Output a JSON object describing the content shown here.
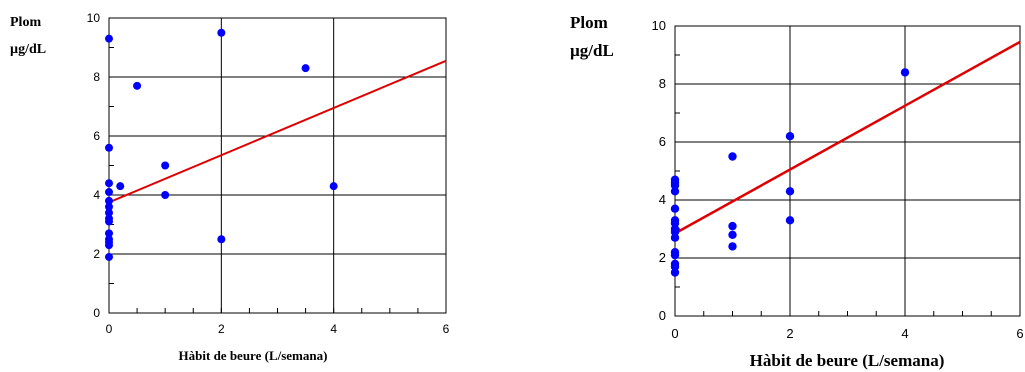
{
  "chart_data": [
    {
      "type": "scatter",
      "ylabel_line1": "Plom",
      "ylabel_line2": "µg/dL",
      "xlabel": "Hàbit de beure (L/semana)",
      "xlim": [
        0,
        6
      ],
      "ylim": [
        0,
        10
      ],
      "xticks": [
        0,
        2,
        4,
        6
      ],
      "yticks": [
        0,
        2,
        4,
        6,
        8,
        10
      ],
      "grid": true,
      "point_color": "#0000ff",
      "line_color": "#e00000",
      "points": [
        {
          "x": 0,
          "y": 9.3
        },
        {
          "x": 0,
          "y": 5.6
        },
        {
          "x": 0,
          "y": 4.4
        },
        {
          "x": 0,
          "y": 4.1
        },
        {
          "x": 0,
          "y": 3.8
        },
        {
          "x": 0,
          "y": 3.6
        },
        {
          "x": 0,
          "y": 3.4
        },
        {
          "x": 0,
          "y": 3.2
        },
        {
          "x": 0,
          "y": 3.1
        },
        {
          "x": 0,
          "y": 2.7
        },
        {
          "x": 0,
          "y": 2.5
        },
        {
          "x": 0,
          "y": 2.4
        },
        {
          "x": 0,
          "y": 2.3
        },
        {
          "x": 0,
          "y": 1.9
        },
        {
          "x": 0.2,
          "y": 4.3
        },
        {
          "x": 0.5,
          "y": 7.7
        },
        {
          "x": 1,
          "y": 5.0
        },
        {
          "x": 1,
          "y": 4.0
        },
        {
          "x": 2,
          "y": 9.5
        },
        {
          "x": 2,
          "y": 2.5
        },
        {
          "x": 3.5,
          "y": 8.3
        },
        {
          "x": 4,
          "y": 4.3
        }
      ],
      "trend": {
        "x": [
          0,
          6
        ],
        "y": [
          3.75,
          8.55
        ]
      }
    },
    {
      "type": "scatter",
      "ylabel_line1": "Plom",
      "ylabel_line2": "µg/dL",
      "xlabel": "Hàbit de beure (L/semana)",
      "xlim": [
        0,
        6
      ],
      "ylim": [
        0,
        10
      ],
      "xticks": [
        0,
        2,
        4,
        6
      ],
      "yticks": [
        0,
        2,
        4,
        6,
        8,
        10
      ],
      "grid": true,
      "point_color": "#0000ff",
      "line_color": "#e00000",
      "points": [
        {
          "x": 0,
          "y": 4.7
        },
        {
          "x": 0,
          "y": 4.6
        },
        {
          "x": 0,
          "y": 4.5
        },
        {
          "x": 0,
          "y": 4.3
        },
        {
          "x": 0,
          "y": 3.7
        },
        {
          "x": 0,
          "y": 3.3
        },
        {
          "x": 0,
          "y": 3.2
        },
        {
          "x": 0,
          "y": 3.0
        },
        {
          "x": 0,
          "y": 2.9
        },
        {
          "x": 0,
          "y": 2.7
        },
        {
          "x": 0,
          "y": 2.2
        },
        {
          "x": 0,
          "y": 2.1
        },
        {
          "x": 0,
          "y": 1.8
        },
        {
          "x": 0,
          "y": 1.7
        },
        {
          "x": 0,
          "y": 1.5
        },
        {
          "x": 1,
          "y": 5.5
        },
        {
          "x": 1,
          "y": 3.1
        },
        {
          "x": 1,
          "y": 2.8
        },
        {
          "x": 1,
          "y": 2.4
        },
        {
          "x": 2,
          "y": 6.2
        },
        {
          "x": 2,
          "y": 4.3
        },
        {
          "x": 2,
          "y": 3.3
        },
        {
          "x": 4,
          "y": 8.4
        }
      ],
      "trend": {
        "x": [
          0,
          6
        ],
        "y": [
          2.85,
          9.45
        ]
      }
    }
  ]
}
